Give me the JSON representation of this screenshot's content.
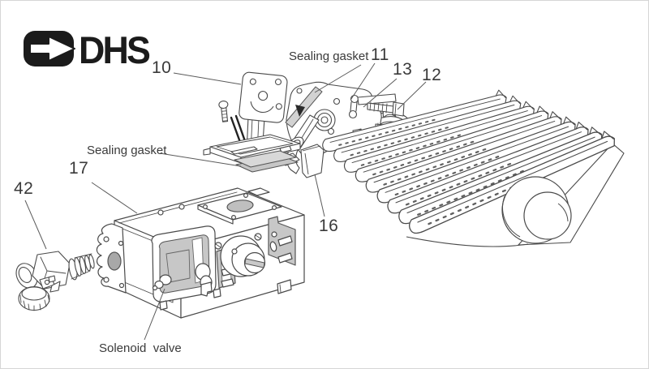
{
  "logo": {
    "text": "DHS"
  },
  "callouts": {
    "n10": "10",
    "n11": "11",
    "n12": "12",
    "n13": "13",
    "n16": "16",
    "n17": "17",
    "n42": "42"
  },
  "annotations": {
    "sealing_gasket_top": "Sealing gasket",
    "sealing_gasket_left": "Sealing gasket",
    "solenoid_valve": "Solenoid  valve"
  },
  "colors": {
    "line": "#474747",
    "shade": "#c7c7c7",
    "gasket": "#d2d2d2",
    "label_text": "#3a3a3a",
    "logo": "#1b1b1b",
    "background": "#ffffff"
  }
}
